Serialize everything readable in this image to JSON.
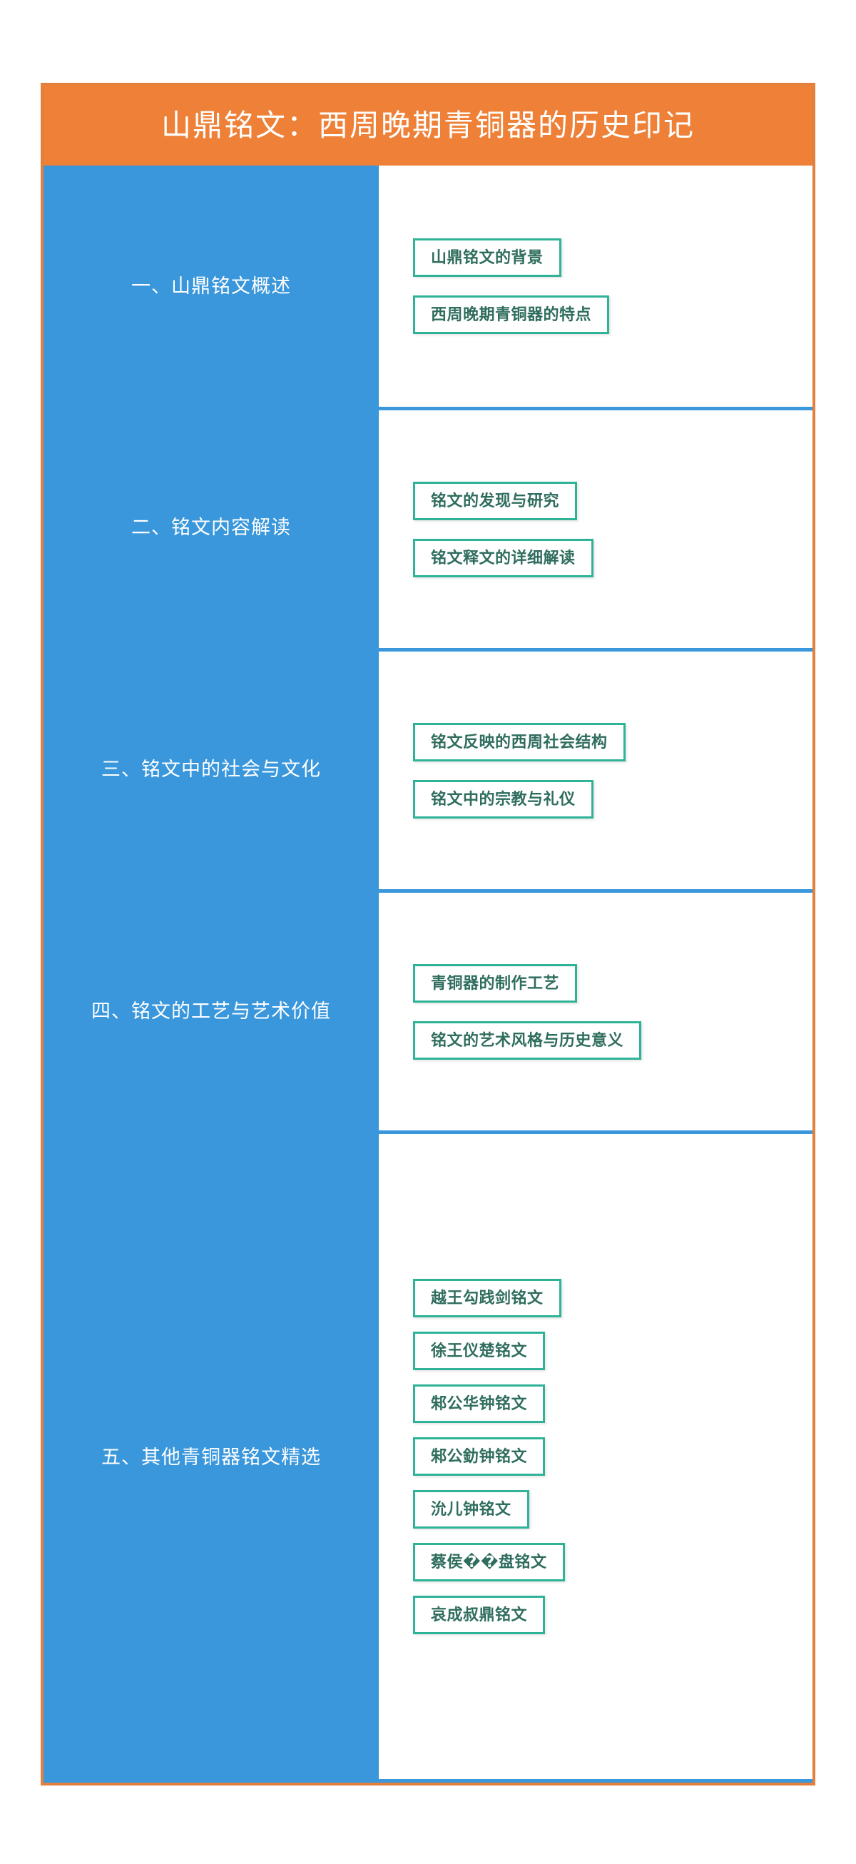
{
  "theme": {
    "accent_orange": "#ee8037",
    "frame_orange": "#e3803c",
    "rail_blue": "#3a97dc",
    "node_border_teal": "#2eb398",
    "node_text_teal": "#2f6d5e",
    "title_text": "#ffffff"
  },
  "header": {
    "title": "山鼎铭文：西周晚期青铜器的历史印记"
  },
  "sections": [
    {
      "label": "一、山鼎铭文概述",
      "nodes": [
        "山鼎铭文的背景",
        "西周晚期青铜器的特点"
      ]
    },
    {
      "label": "二、铭文内容解读",
      "nodes": [
        "铭文的发现与研究",
        "铭文释文的详细解读"
      ]
    },
    {
      "label": "三、铭文中的社会与文化",
      "nodes": [
        "铭文反映的西周社会结构",
        "铭文中的宗教与礼仪"
      ]
    },
    {
      "label": "四、铭文的工艺与艺术价值",
      "nodes": [
        "青铜器的制作工艺",
        "铭文的艺术风格与历史意义"
      ]
    },
    {
      "label": "五、其他青铜器铭文精选",
      "nodes": [
        "越王勾践剑铭文",
        "徐王仪楚铭文",
        "邾公华钟铭文",
        "邾公釛钟铭文",
        "沇儿钟铭文",
        "蔡侯��盘铭文",
        "哀成叔鼎铭文"
      ]
    }
  ]
}
